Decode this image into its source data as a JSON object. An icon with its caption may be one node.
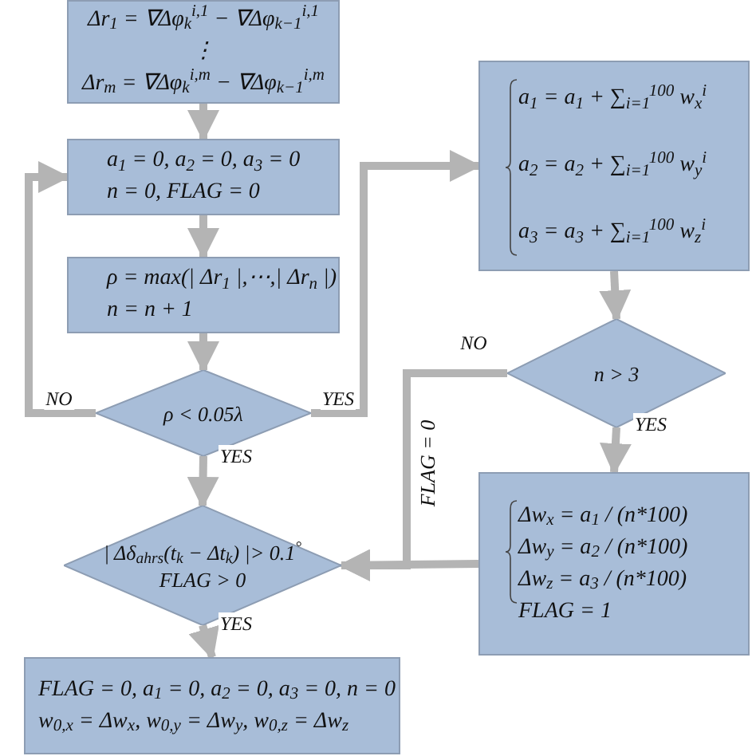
{
  "diagram": {
    "nodes": [
      {
        "text": [
          "Δr$_{1}$ = ∇Δφ$_{k}$$^{i,1}$ − ∇Δφ$_{k−1}$$^{i,1}$",
          "⋮",
          "Δr$_{m}$ = ∇Δφ$_{k}$$^{i,m}$ − ∇Δφ$_{k−1}$$^{i,m}$"
        ]
      },
      {
        "text": [
          "a$_{1}$ = 0, a$_{2}$ = 0, a$_{3}$ = 0",
          "n = 0, FLAG = 0"
        ]
      },
      {
        "text": [
          "ρ = max(| Δr$_{1}$ |,⋯,| Δr$_{n}$ |)",
          "n = n + 1"
        ]
      },
      {
        "text": [
          "ρ < 0.05λ"
        ]
      },
      {
        "text": [
          "| Δδ$_{ahrs}$(t$_{k}$ − Δt$_{k}$) |> 0.1$^{°}$",
          "FLAG > 0"
        ]
      },
      {
        "text": [
          "FLAG = 0, a$_{1}$ = 0, a$_{2}$ = 0, a$_{3}$ = 0, n = 0",
          "w$_{0,x}$ = Δw$_{x}$, w$_{0,y}$ = Δw$_{y}$, w$_{0,z}$ = Δw$_{z}$"
        ]
      },
      {
        "text": [
          "a$_{1}$ = a$_{1}$ + ∑$_{i=1}$$^{100}$ w$_{x}$$^{i}$",
          "a$_{2}$ = a$_{2}$ + ∑$_{i=1}$$^{100}$ w$_{y}$$^{i}$",
          "a$_{3}$ = a$_{3}$ + ∑$_{i=1}$$^{100}$ w$_{z}$$^{i}$"
        ]
      },
      {
        "text": [
          "n > 3"
        ]
      },
      {
        "text": [
          "Δw$_{x}$ = a$_{1}$ / (n*100)",
          "Δw$_{y}$ = a$_{2}$ / (n*100)",
          "Δw$_{z}$ = a$_{3}$ / (n*100)",
          "FLAG = 1"
        ]
      }
    ],
    "edges": [
      {
        "from": 0,
        "to": 1,
        "arrow": "to"
      },
      {
        "from": 1,
        "to": 2,
        "arrow": "to"
      },
      {
        "from": 2,
        "to": 3,
        "arrow": "to"
      },
      {
        "from": 3,
        "to": 1,
        "arrow": "to",
        "label": "NO"
      },
      {
        "from": 3,
        "to": 6,
        "arrow": "to",
        "label": "YES"
      },
      {
        "from": 3,
        "to": 4,
        "arrow": "to",
        "label": "YES"
      },
      {
        "from": 4,
        "to": 5,
        "arrow": "to",
        "label": "YES"
      },
      {
        "from": 6,
        "to": 7,
        "arrow": "to"
      },
      {
        "from": 7,
        "to": 8,
        "arrow": "to",
        "label": "YES"
      },
      {
        "from": 7,
        "to": 4,
        "arrow": "to",
        "label": "NO"
      },
      {
        "from": 8,
        "to": 4,
        "arrow": "to"
      }
    ],
    "labels": [
      "FLAG = 0"
    ]
  }
}
